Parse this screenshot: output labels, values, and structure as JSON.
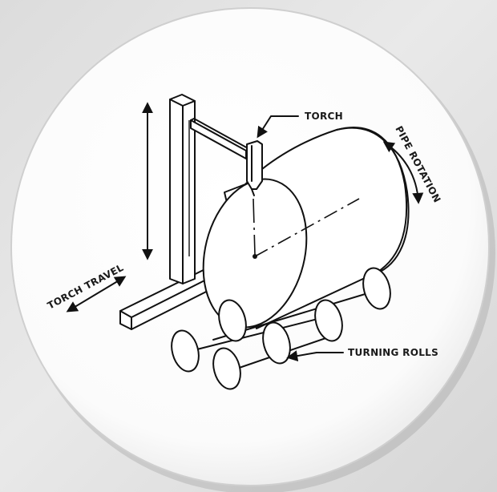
{
  "diagram": {
    "labels": {
      "torch": "TORCH",
      "pipe_rotation": "PIPE ROTATION",
      "torch_travel": "TORCH TRAVEL",
      "turning_rolls": "TURNING ROLLS"
    }
  }
}
